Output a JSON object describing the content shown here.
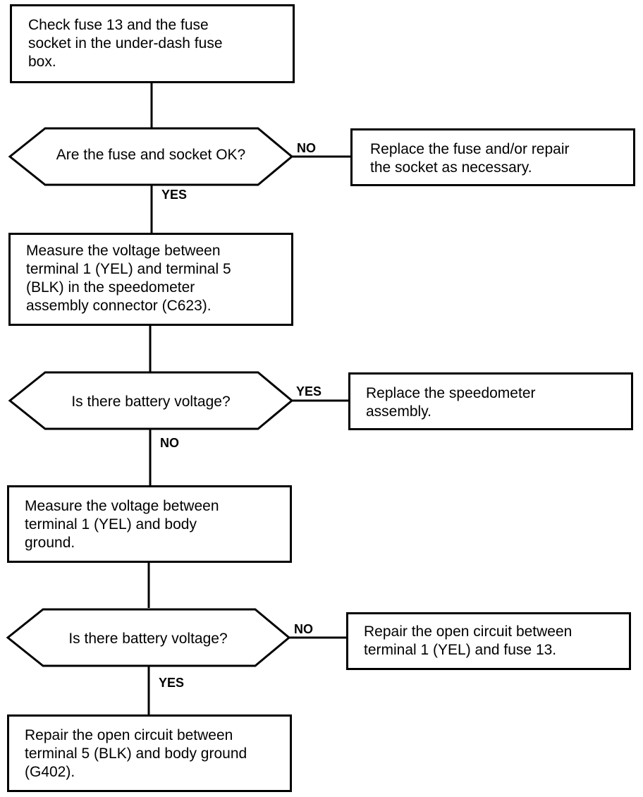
{
  "steps": {
    "step1": {
      "lines": [
        "Check fuse 13 and the fuse",
        "socket in the under-dash fuse",
        "box."
      ]
    },
    "decision1": {
      "text": "Are the fuse and socket OK?",
      "yes_label": "YES",
      "no_label": "NO"
    },
    "action1": {
      "lines": [
        "Replace the fuse and/or repair",
        "the socket as necessary."
      ]
    },
    "step2": {
      "lines": [
        "Measure the voltage between",
        "terminal 1 (YEL) and terminal 5",
        "(BLK) in the speedometer",
        "assembly connector (C623)."
      ]
    },
    "decision2": {
      "text": "Is there battery voltage?",
      "yes_label": "YES",
      "no_label": "NO"
    },
    "action2": {
      "lines": [
        "Replace the speedometer",
        "assembly."
      ]
    },
    "step3": {
      "lines": [
        "Measure the voltage between",
        "terminal 1 (YEL) and body",
        "ground."
      ]
    },
    "decision3": {
      "text": "Is there battery voltage?",
      "yes_label": "YES",
      "no_label": "NO"
    },
    "action3": {
      "lines": [
        "Repair the open circuit between",
        "terminal 1 (YEL) and fuse 13."
      ]
    },
    "step4": {
      "lines": [
        "Repair the open circuit between",
        "terminal 5 (BLK) and body ground",
        "(G402)."
      ]
    }
  },
  "colors": {
    "stroke": "#000000",
    "background": "#ffffff"
  }
}
